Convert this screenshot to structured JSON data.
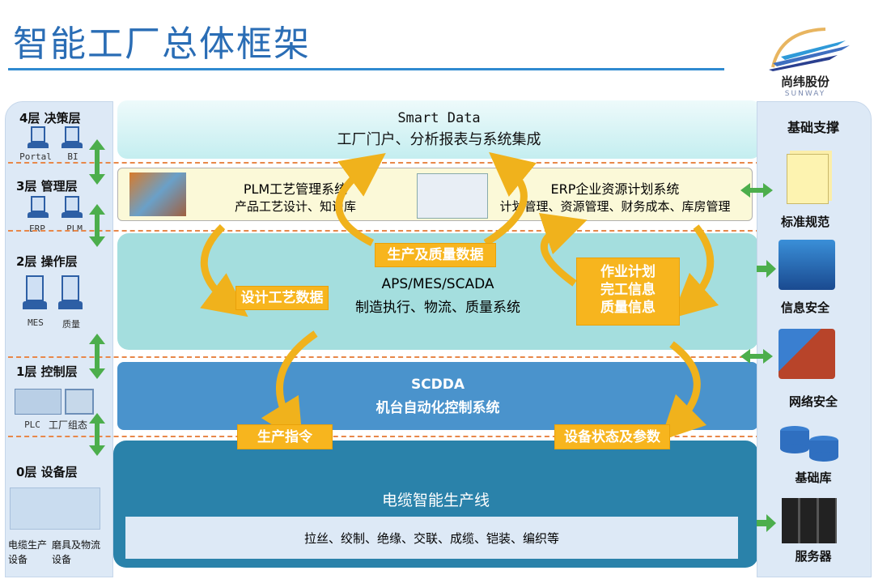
{
  "title": "智能工厂总体框架",
  "logo": {
    "name_cn": "尚纬股份",
    "name_en": "SUNWAY"
  },
  "left_layers": [
    {
      "label": "4层 决策层",
      "items": [
        "Portal",
        "BI"
      ]
    },
    {
      "label": "3层 管理层",
      "items": [
        "ERP",
        "PLM"
      ]
    },
    {
      "label": "2层 操作层",
      "items": [
        "MES",
        "质量"
      ]
    },
    {
      "label": "1层 控制层",
      "items": [
        "PLC",
        "工厂组态"
      ]
    },
    {
      "label": "0层 设备层",
      "items": [
        "电缆生产设备",
        "磨具及物流设备"
      ]
    }
  ],
  "smart_data": {
    "title": "Smart Data",
    "subtitle": "工厂门户、分析报表与系统集成"
  },
  "plm": {
    "title": "PLM工艺管理系统",
    "subtitle": "产品工艺设计、知识库"
  },
  "erp": {
    "title": "ERP企业资源计划系统",
    "subtitle": "计划管理、资源管理、财务成本、库房管理"
  },
  "aps": {
    "title": "APS/MES/SCADA",
    "subtitle": "制造执行、物流、质量系统"
  },
  "scdda": {
    "title": "SCDDA",
    "subtitle": "机台自动化控制系统"
  },
  "line": {
    "title": "电缆智能生产线",
    "processes": "拉丝、绞制、绝缘、交联、成缆、铠装、编织等"
  },
  "flows": {
    "production_quality": "生产及质量数据",
    "design_process": "设计工艺数据",
    "plan_info": [
      "作业计划",
      "完工信息",
      "质量信息"
    ],
    "production_order": "生产指令",
    "equipment_status": "设备状态及参数"
  },
  "right_panel": {
    "title": "基础支撑",
    "items": [
      "标准规范",
      "信息安全",
      "网络安全",
      "基础库",
      "服务器"
    ]
  },
  "colors": {
    "title": "#2a6db5",
    "flow": "#f7b51e",
    "arrow": "#4cae4c",
    "aps": "#a4dede",
    "scdda": "#4a93cc",
    "line": "#2a82aa"
  }
}
